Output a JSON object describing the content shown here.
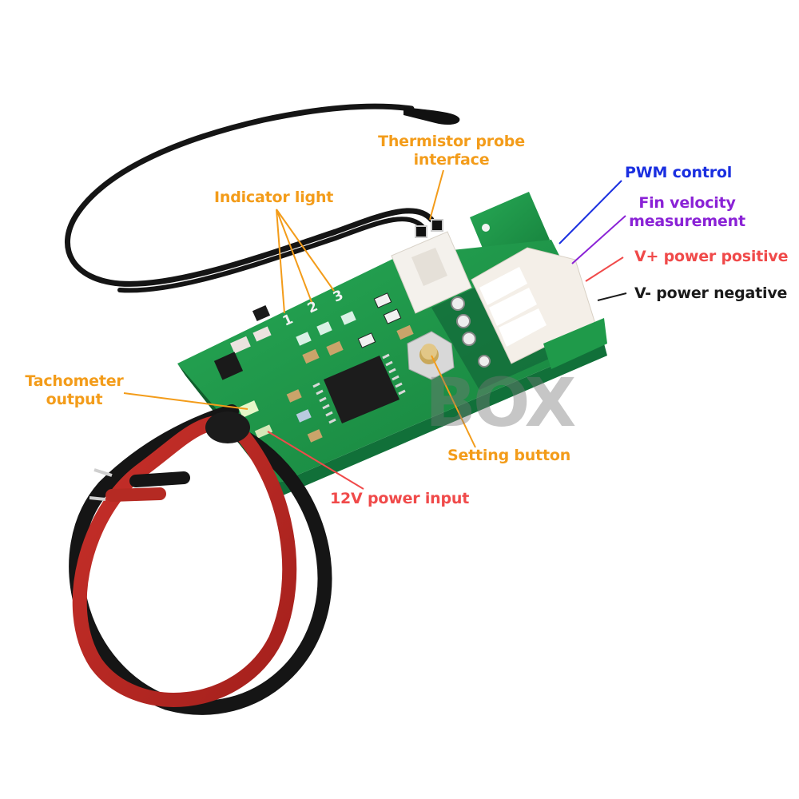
{
  "image": {
    "subject": "PWM fan temperature controller board with thermistor probe and power leads",
    "background": "#ffffff",
    "pcb_color": "#1f9a4a"
  },
  "colors": {
    "orange": "#f39c1a",
    "blue": "#1a2fe0",
    "purple": "#8a22d6",
    "red": "#f04a4a",
    "black": "#1a1a1a"
  },
  "labels": {
    "thermistor": {
      "line1": "Thermistor probe",
      "line2": "interface",
      "color": "#f39c1a"
    },
    "indicator": {
      "text": "Indicator light",
      "color": "#f39c1a"
    },
    "pwm": {
      "text": "PWM control",
      "color": "#1a2fe0"
    },
    "fin": {
      "line1": "Fin velocity",
      "line2": "measurement",
      "color": "#8a22d6"
    },
    "vplus": {
      "text": "V+ power positive",
      "color": "#f04a4a"
    },
    "vminus": {
      "text": "V- power negative",
      "color": "#1a1a1a"
    },
    "tacho": {
      "line1": "Tachometer",
      "line2": "output",
      "color": "#f39c1a"
    },
    "setting": {
      "text": "Setting button",
      "color": "#f39c1a"
    },
    "power12v": {
      "text": "12V power input",
      "color": "#f04a4a"
    }
  },
  "led_numbers": [
    "1",
    "2",
    "3"
  ],
  "watermark": {
    "text": "BOX"
  }
}
